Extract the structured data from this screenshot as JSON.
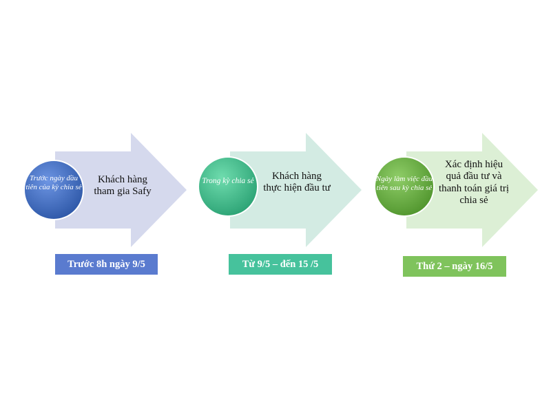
{
  "colors": {
    "stage1_arrow": "#d5d9ed",
    "stage1_circle": "#3e68b7",
    "stage1_box": "#5a7bcf",
    "stage2_arrow": "#d3ebe3",
    "stage2_circle": "#3ebc87",
    "stage2_box": "#46c29c",
    "stage3_arrow": "#dcefd5",
    "stage3_circle": "#63ad3e",
    "stage3_box": "#7fc35c"
  },
  "stages": [
    {
      "circle_label": "Trước ngày đầu tiên của kỳ chia sẻ",
      "description": "Khách hàng tham gia Safy",
      "date": "Trước 8h ngày 9/5"
    },
    {
      "circle_label": "Trong kỳ chia sẻ",
      "description": "Khách hàng thực hiện đầu tư",
      "date": "Từ 9/5 – đến 15 /5"
    },
    {
      "circle_label": "Ngày làm việc đầu tiên sau kỳ chia sẻ",
      "description": "Xác định hiệu quả đầu tư và thanh toán giá trị chia sẻ",
      "date": "Thứ 2 – ngày 16/5"
    }
  ]
}
